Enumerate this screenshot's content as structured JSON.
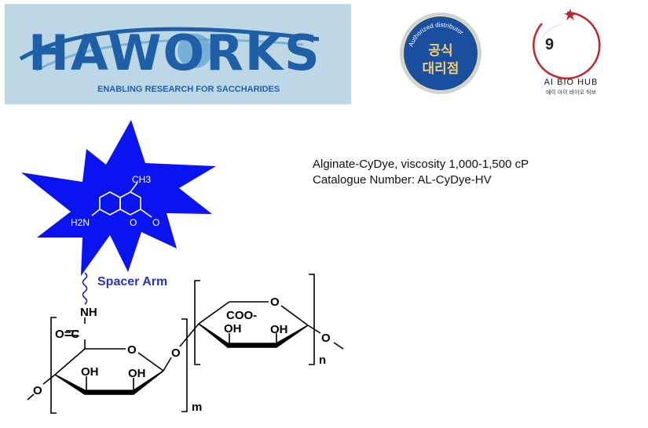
{
  "logo": {
    "brand": "HAWORKS",
    "tagline": "ENABLING RESEARCH FOR SACCHARIDES"
  },
  "badge": {
    "arc_text": "Authorized distributor",
    "line1": "공식",
    "line2": "대리점"
  },
  "aibiohub": {
    "number": "9",
    "name": "AI BIO HUB",
    "korean": "에이 아이 바이오 허브"
  },
  "product": {
    "title": "Alginate-CyDye, viscosity 1,000-1,500 cP",
    "catalogue": "Catalogue Number: AL-CyDye-HV"
  },
  "structure": {
    "ch3": "CH3",
    "h2n": "H2N",
    "ring_o": "O",
    "carbonyl_o": "O",
    "spacer": "Spacer Arm",
    "nh": "NH",
    "amide": "O=C",
    "oh1": "OH",
    "oh2": "OH",
    "oh3": "OH",
    "oh4": "OH",
    "ring1_o": "O",
    "ring2_o": "O",
    "link_o": "O",
    "left_o": "O",
    "right_o": "O",
    "coo": "COO-",
    "m": "m",
    "n": "n"
  },
  "colors": {
    "dye": "#0a14f0",
    "brand": "#1f5fa8",
    "badge": "#1a4fa0",
    "hub": "#c0272d"
  }
}
